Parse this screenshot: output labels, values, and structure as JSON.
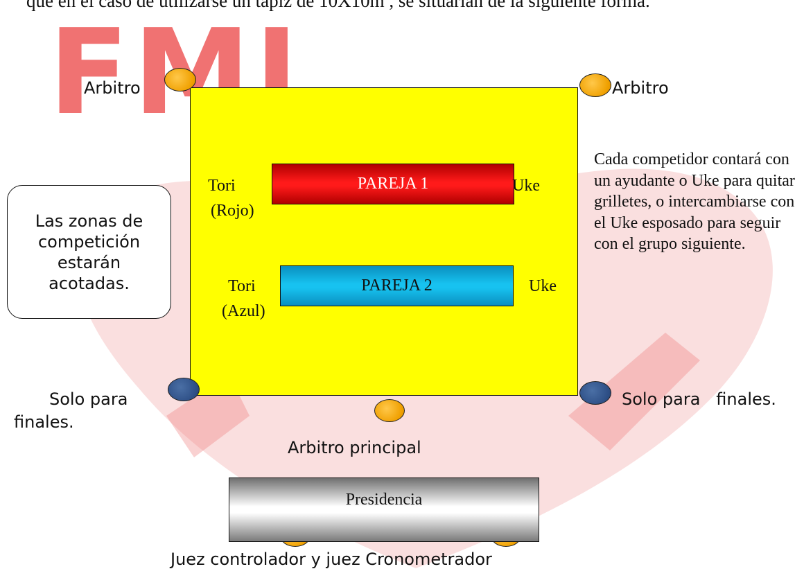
{
  "top_line": "que en el caso de utilizarse un tapiz de 10X10m , se situarían de la siguiente forma.",
  "watermark": "FMI",
  "pairs": [
    {
      "label": "PAREJA 1",
      "tori": "Tori",
      "tori_color": "(Rojo)",
      "uke": "Uke",
      "color": "#ff1a1a"
    },
    {
      "label": "PAREJA 2",
      "tori": "Tori",
      "tori_color": "(Azul)",
      "uke": "Uke",
      "color": "#17c2f0"
    }
  ],
  "referees": {
    "top_left": "Arbitro",
    "top_right": "Arbitro",
    "bottom_left_line1": "Solo para",
    "bottom_left_line2": "finales.",
    "bottom_right": "Solo para   finales.",
    "main": "Arbitro principal",
    "judges": "Juez controlador y juez Cronometrador"
  },
  "presidencia": "Presidencia",
  "note_box": "Las zonas de competición estarán acotadas.",
  "uke_note": "Cada competidor contará con un ayudante o Uke para quitar grilletes, o intercambiarse con el Uke esposado para seguir con el grupo siguiente.",
  "colors": {
    "mat": "#ffff00",
    "referee_dot": "#f0a000",
    "finals_dot": "#2e4f86",
    "watermark": "#ee5a5a"
  }
}
